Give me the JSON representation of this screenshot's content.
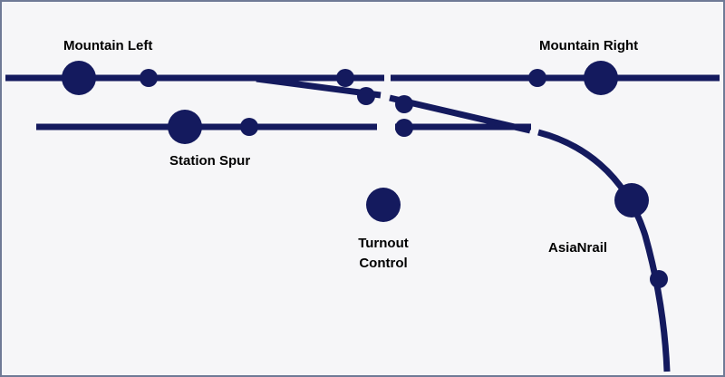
{
  "colors": {
    "track": "#141a5e",
    "background": "#f6f6f8",
    "border": "#6f7a96",
    "label": "#000000"
  },
  "labels": {
    "mountain_left": "Mountain Left",
    "mountain_right": "Mountain Right",
    "station_spur": "Station Spur",
    "turnout_control_line1": "Turnout",
    "turnout_control_line2": "Control",
    "asianrail": "AsiaNrail"
  }
}
